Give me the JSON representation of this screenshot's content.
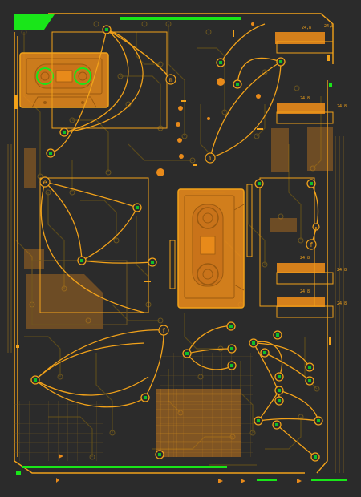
{
  "colors": {
    "background": "#2b2b2b",
    "circuit": "#5a4a1c",
    "circuit_bright": "#8a6a1c",
    "accent": "#f2a21a",
    "accent_fill": "#e88a1a",
    "highlight_green": "#19e619",
    "node_fill": "#0fbf2a"
  },
  "labels": {
    "node_m": "m",
    "node_i": "i",
    "node_e": "e",
    "node_f_right": "f",
    "node_f_mid": "f",
    "node_p": "p",
    "tag_a": "24,8",
    "tag_b": "24,8",
    "tag_c": "24,8",
    "tag_d": "24,8",
    "tag_e": "24,8",
    "tag_f": "24,8",
    "tag_g": "24,8",
    "tag_h": "24,8"
  },
  "icons": {
    "cassette_top": "cassette-tape-icon",
    "cassette_center": "cassette-tape-icon",
    "play_markers": "play-triangle-icon"
  }
}
